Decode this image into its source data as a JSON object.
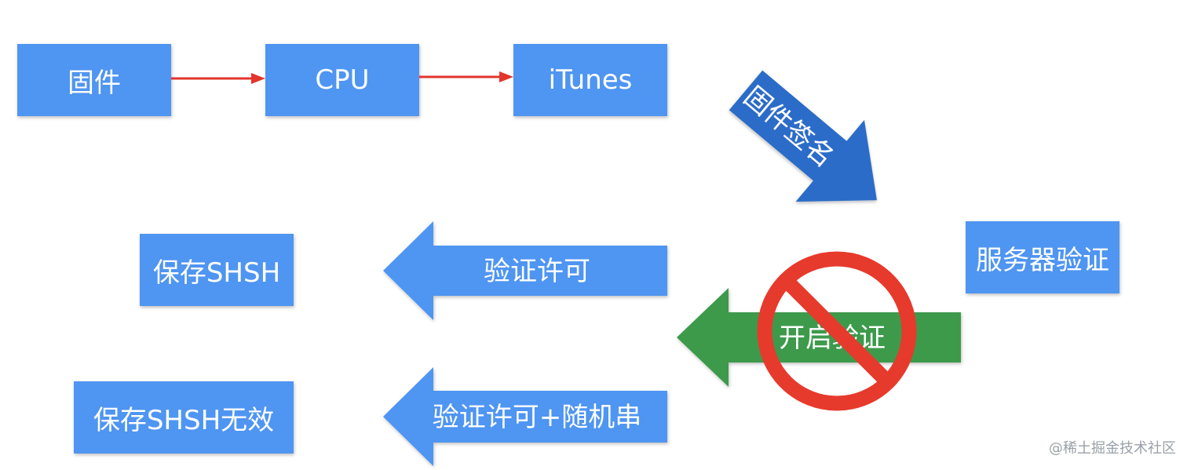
{
  "nodes": {
    "firmware": "固件",
    "cpu": "CPU",
    "itunes": "iTunes",
    "server_verify": "服务器验证",
    "save_shsh": "保存SHSH",
    "save_shsh_invalid": "保存SHSH无效"
  },
  "arrows": {
    "firmware_signature": "固件签名",
    "verify_permission": "验证许可",
    "enable_verify": "开启验证",
    "verify_permission_random": "验证许可+随机串"
  },
  "watermark": "@稀土掘金技术社区",
  "colors": {
    "box_blue": "#4f95f2",
    "diagonal_arrow_blue": "#2c6cc8",
    "enable_arrow_green": "#3c9a4c",
    "connector_red": "#e2362c",
    "prohibit_red": "#e63a2c"
  }
}
